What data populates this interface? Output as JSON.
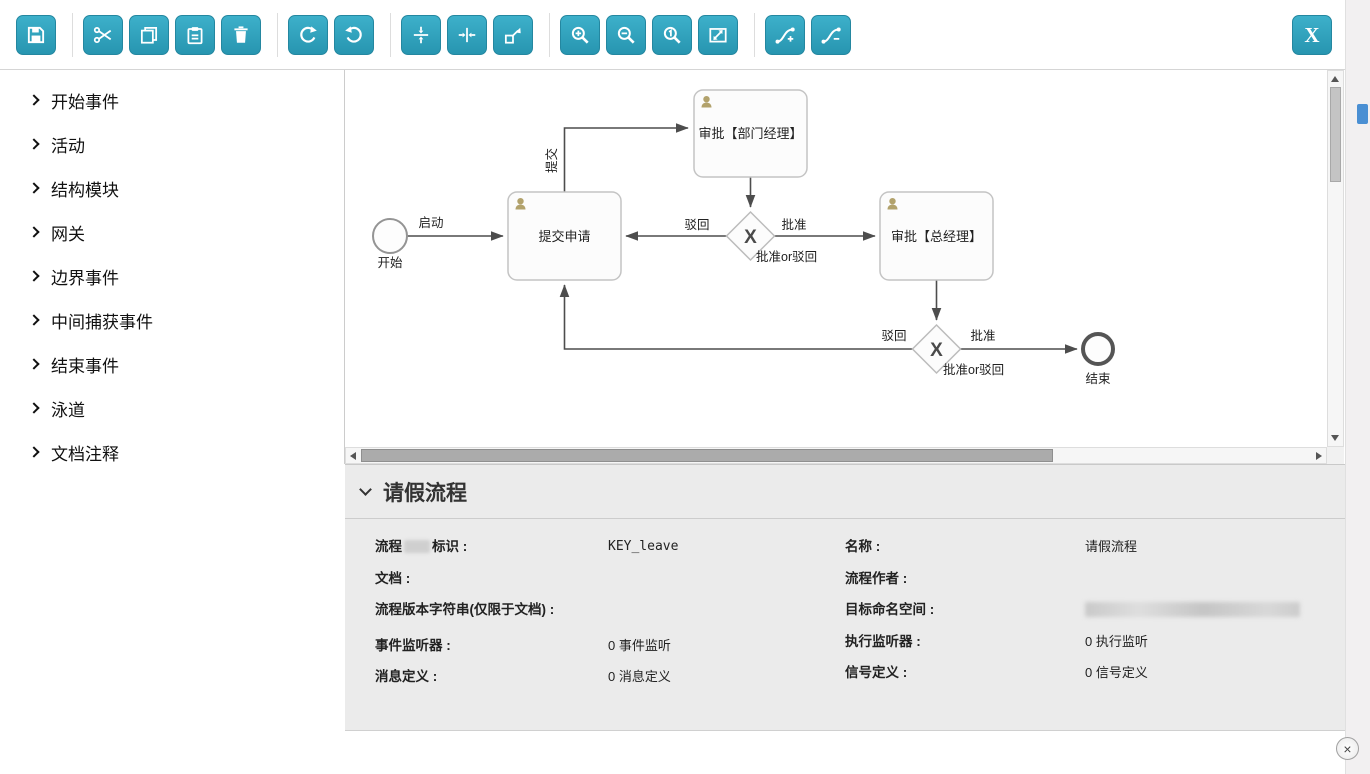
{
  "colors": {
    "button_teal": "#2fa3be",
    "scroll_thumb": "#ababab",
    "blue_marker": "#4a8fd3"
  },
  "toolbar": {
    "icons": [
      "save",
      "cut",
      "copy",
      "paste",
      "delete",
      "redo",
      "undo",
      "align-middle",
      "align-center",
      "same-size",
      "zoom-in",
      "zoom-out",
      "zoom-actual",
      "zoom-fit",
      "add-connection",
      "remove-connection"
    ],
    "close_label": "X"
  },
  "palette": {
    "items": [
      {
        "label": "开始事件"
      },
      {
        "label": "活动"
      },
      {
        "label": "结构模块"
      },
      {
        "label": "网关"
      },
      {
        "label": "边界事件"
      },
      {
        "label": "中间捕获事件"
      },
      {
        "label": "结束事件"
      },
      {
        "label": "泳道"
      },
      {
        "label": "文档注释"
      }
    ]
  },
  "diagram": {
    "start_label": "开始",
    "launch_label": "启动",
    "submit_edge_label": "提交",
    "task_submit": "提交申请",
    "task_dept_manager": "审批【部门经理】",
    "task_general_manager": "审批【总经理】",
    "gateway_marker": "X",
    "gw1_reject": "驳回",
    "gw1_approve": "批准",
    "gw1_label": "批准or驳回",
    "gw2_reject": "驳回",
    "gw2_approve": "批准",
    "gw2_label": "批准or驳回",
    "end_label": "结束"
  },
  "properties": {
    "title": "请假流程",
    "key_label_pre": "流程",
    "key_label_post": "标识 :",
    "key_value": "KEY_leave",
    "name_label": "名称 :",
    "name_value": "请假流程",
    "doc_label": "文档 :",
    "doc_value": "",
    "author_label": "流程作者 :",
    "author_value": "",
    "version_label": "流程版本字符串(仅限于文档) :",
    "version_value": "",
    "namespace_label": "目标命名空间 :",
    "namespace_redacted": true,
    "exec_listener_label": "执行监听器 :",
    "exec_listener_value": "0 执行监听",
    "event_listener_label": "事件监听器 :",
    "event_listener_value": "0 事件监听",
    "signal_label": "信号定义 :",
    "signal_value": "0 信号定义",
    "message_label": "消息定义 :",
    "message_value": "0 消息定义"
  },
  "dialog": {
    "close_glyph": "×"
  }
}
